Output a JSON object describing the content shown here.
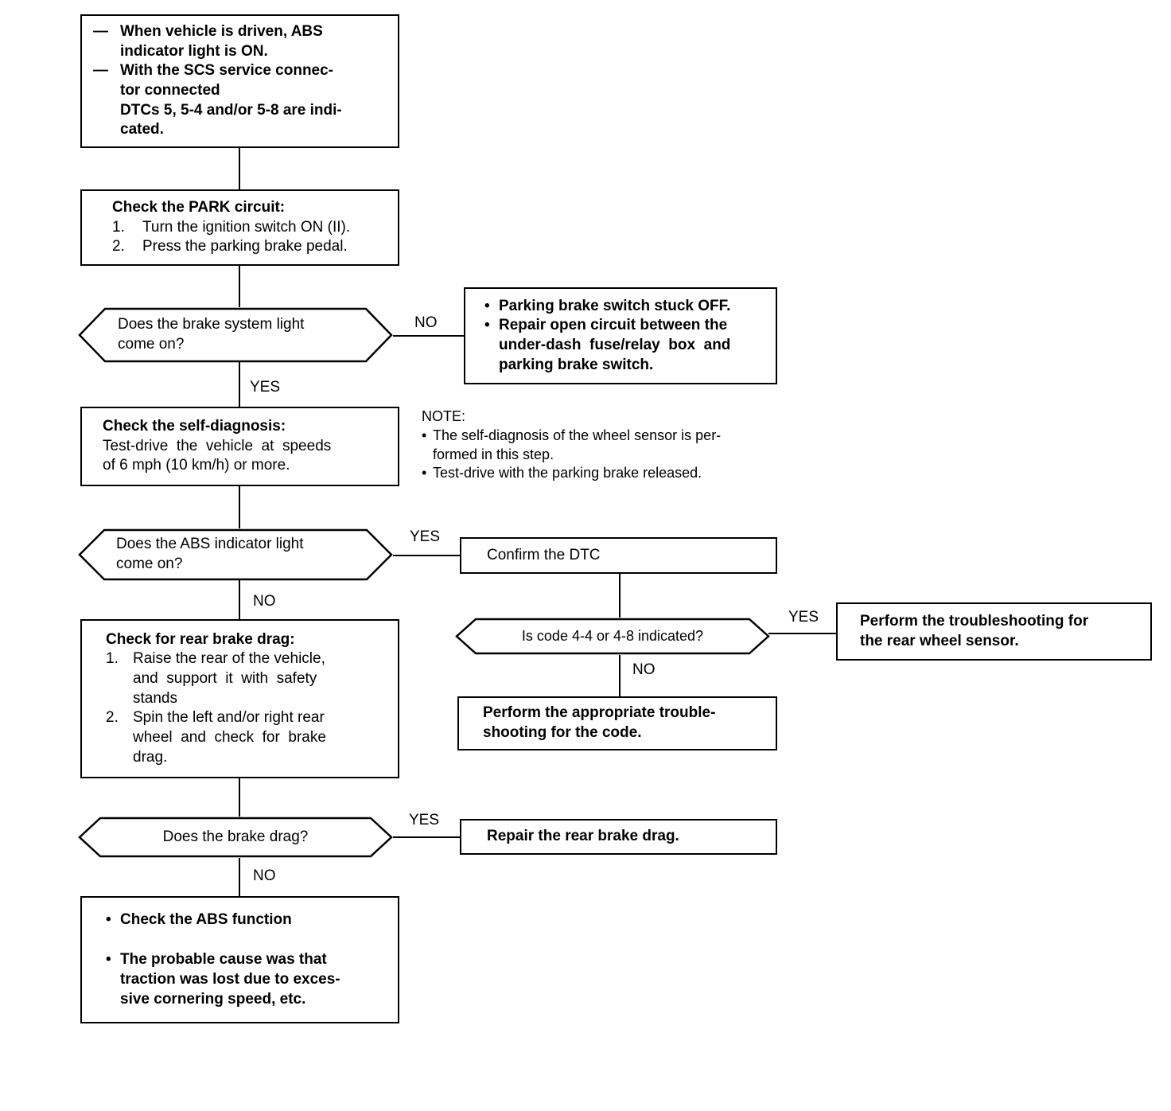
{
  "document": {
    "title": "ABS Troubleshooting Flowchart - DTC 5, 5-4, 5-8"
  },
  "chart_data": {
    "type": "diagram",
    "diagram_kind": "flowchart",
    "title": "ABS Troubleshooting Flowchart - DTCs 5, 5-4 and/or 5-8",
    "nodes": [
      {
        "id": "symptom",
        "shape": "box",
        "text": "— When vehicle is driven, ABS indicator light is ON. — With the SCS service connector connected DTCs 5, 5-4 and/or 5-8 are indicated."
      },
      {
        "id": "check-park",
        "shape": "box",
        "text": "Check the PARK circuit: 1. Turn the ignition switch ON (II). 2. Press the parking brake pedal."
      },
      {
        "id": "q-brake-light",
        "shape": "hexagon",
        "text": "Does the brake system light come on?"
      },
      {
        "id": "parking-switch-fix",
        "shape": "box",
        "text": "Parking brake switch stuck OFF. / Repair open circuit between the under-dash fuse/relay box and parking brake switch."
      },
      {
        "id": "check-selfdiag",
        "shape": "box",
        "text": "Check the self-diagnosis: Test-drive the vehicle at speeds of 6 mph (10 km/h) or more."
      },
      {
        "id": "q-abs-light",
        "shape": "hexagon",
        "text": "Does the ABS indicator light come on?"
      },
      {
        "id": "confirm-dtc",
        "shape": "box",
        "text": "Confirm the DTC"
      },
      {
        "id": "q-code-44-48",
        "shape": "hexagon",
        "text": "Is code 4-4 or 4-8 indicated?"
      },
      {
        "id": "rear-wheel-sensor",
        "shape": "box",
        "text": "Perform the troubleshooting for the rear wheel sensor."
      },
      {
        "id": "appropriate-ts",
        "shape": "box",
        "text": "Perform the appropriate troubleshooting for the code."
      },
      {
        "id": "check-drag",
        "shape": "box",
        "text": "Check for rear brake drag: 1. Raise the rear of the vehicle, and support it with safety stands 2. Spin the left and/or right rear wheel and check for brake drag."
      },
      {
        "id": "q-brake-drag",
        "shape": "hexagon",
        "text": "Does the brake drag?"
      },
      {
        "id": "repair-drag",
        "shape": "box",
        "text": "Repair the rear brake drag."
      },
      {
        "id": "final",
        "shape": "box",
        "text": "Check the ABS function / The probable cause was that traction was lost due to excessive cornering speed, etc."
      }
    ],
    "edges": [
      {
        "from": "symptom",
        "to": "check-park",
        "label": ""
      },
      {
        "from": "check-park",
        "to": "q-brake-light",
        "label": ""
      },
      {
        "from": "q-brake-light",
        "to": "parking-switch-fix",
        "label": "NO"
      },
      {
        "from": "q-brake-light",
        "to": "check-selfdiag",
        "label": "YES"
      },
      {
        "from": "check-selfdiag",
        "to": "q-abs-light",
        "label": ""
      },
      {
        "from": "q-abs-light",
        "to": "confirm-dtc",
        "label": "YES"
      },
      {
        "from": "q-abs-light",
        "to": "check-drag",
        "label": "NO"
      },
      {
        "from": "confirm-dtc",
        "to": "q-code-44-48",
        "label": ""
      },
      {
        "from": "q-code-44-48",
        "to": "rear-wheel-sensor",
        "label": "YES"
      },
      {
        "from": "q-code-44-48",
        "to": "appropriate-ts",
        "label": "NO"
      },
      {
        "from": "check-drag",
        "to": "q-brake-drag",
        "label": ""
      },
      {
        "from": "q-brake-drag",
        "to": "repair-drag",
        "label": "YES"
      },
      {
        "from": "q-brake-drag",
        "to": "final",
        "label": "NO"
      }
    ],
    "annotations": [
      "NOTE: • The self-diagnosis of the wheel sensor is performed in this step. • Test-drive with the parking brake released."
    ]
  },
  "symptom_box": {
    "bullet": "—",
    "item1_line1": "When vehicle is driven, ABS",
    "item1_line2": "indicator light is ON.",
    "item2_line1": "With the SCS service connec-",
    "item2_line2": "tor connected",
    "item2_line3": "DTCs 5, 5-4 and/or 5-8 are indi-",
    "item2_line4": "cated."
  },
  "check_park_box": {
    "heading": "Check the PARK circuit:",
    "num1": "1.",
    "step1": "Turn the ignition switch ON (II).",
    "num2": "2.",
    "step2": "Press the parking brake pedal."
  },
  "q_brake_light": {
    "line1": "Does the brake system light",
    "line2": "come on?",
    "no_label": "NO",
    "yes_label": "YES"
  },
  "parking_switch_box": {
    "bullet": "•",
    "line1": "Parking brake switch stuck OFF.",
    "line2": "Repair open circuit between the",
    "line3": "under-dash  fuse/relay  box  and",
    "line4": "parking brake switch."
  },
  "check_selfdiag_box": {
    "heading": "Check the self-diagnosis:",
    "line1": "Test-drive  the  vehicle  at  speeds",
    "line2": "of 6 mph (10 km/h) or more."
  },
  "note": {
    "title": "NOTE:",
    "bullet": "•",
    "item1_line1": "The self-diagnosis of the wheel sensor is per-",
    "item1_line2": "formed in this step.",
    "item2_line1": "Test-drive with the parking brake released."
  },
  "q_abs_light": {
    "line1": "Does the ABS indicator light",
    "line2": "come on?",
    "yes_label": "YES",
    "no_label": "NO"
  },
  "confirm_dtc_box": {
    "text": "Confirm the DTC"
  },
  "q_code_box": {
    "text": "Is code 4-4 or 4-8 indicated?",
    "yes_label": "YES",
    "no_label": "NO"
  },
  "rear_wheel_sensor_box": {
    "line1": "Perform the troubleshooting for",
    "line2": "the rear wheel sensor."
  },
  "appropriate_ts_box": {
    "line1": "Perform the appropriate trouble-",
    "line2": "shooting for the code."
  },
  "check_drag_box": {
    "heading": "Check for rear brake drag:",
    "num1": "1.",
    "step1_line1": "Raise the rear of the vehicle,",
    "step1_line2": "and  support  it  with  safety",
    "step1_line3": "stands",
    "num2": "2.",
    "step2_line1": "Spin the left and/or right rear",
    "step2_line2": "wheel  and  check  for  brake",
    "step2_line3": "drag."
  },
  "q_brake_drag": {
    "text": "Does the brake drag?",
    "yes_label": "YES",
    "no_label": "NO"
  },
  "repair_drag_box": {
    "text": "Repair the rear brake drag."
  },
  "final_box": {
    "bullet": "•",
    "line1": "Check the ABS function",
    "line2_a": "The probable cause was that",
    "line2_b": "traction was lost due to exces-",
    "line2_c": "sive cornering speed, etc."
  }
}
